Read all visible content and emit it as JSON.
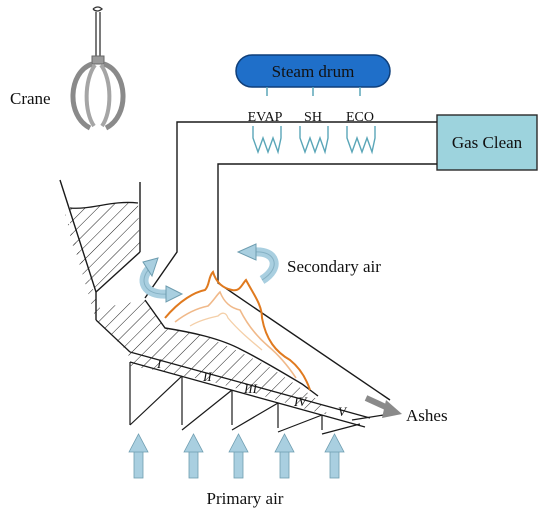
{
  "labels": {
    "crane": "Crane",
    "steam_drum": "Steam drum",
    "evap": "EVAP",
    "sh": "SH",
    "eco": "ECO",
    "gas_clean": "Gas Clean",
    "secondary_air": "Secondary air",
    "ashes": "Ashes",
    "primary_air": "Primary air"
  },
  "grate_zones": [
    "I",
    "II",
    "III",
    "IV",
    "V"
  ],
  "colors": {
    "steam_drum": "#1f6fc9",
    "gas_clean": "#9dd3dd",
    "air_arrow": "#a9cfe0",
    "flame_outer": "#e07a1f",
    "flame_inner": "#f0b98a",
    "ash_arrow": "#8a8a8a",
    "crane": "#8a8a8a",
    "heat_exchanger": "#5aa6b8"
  }
}
